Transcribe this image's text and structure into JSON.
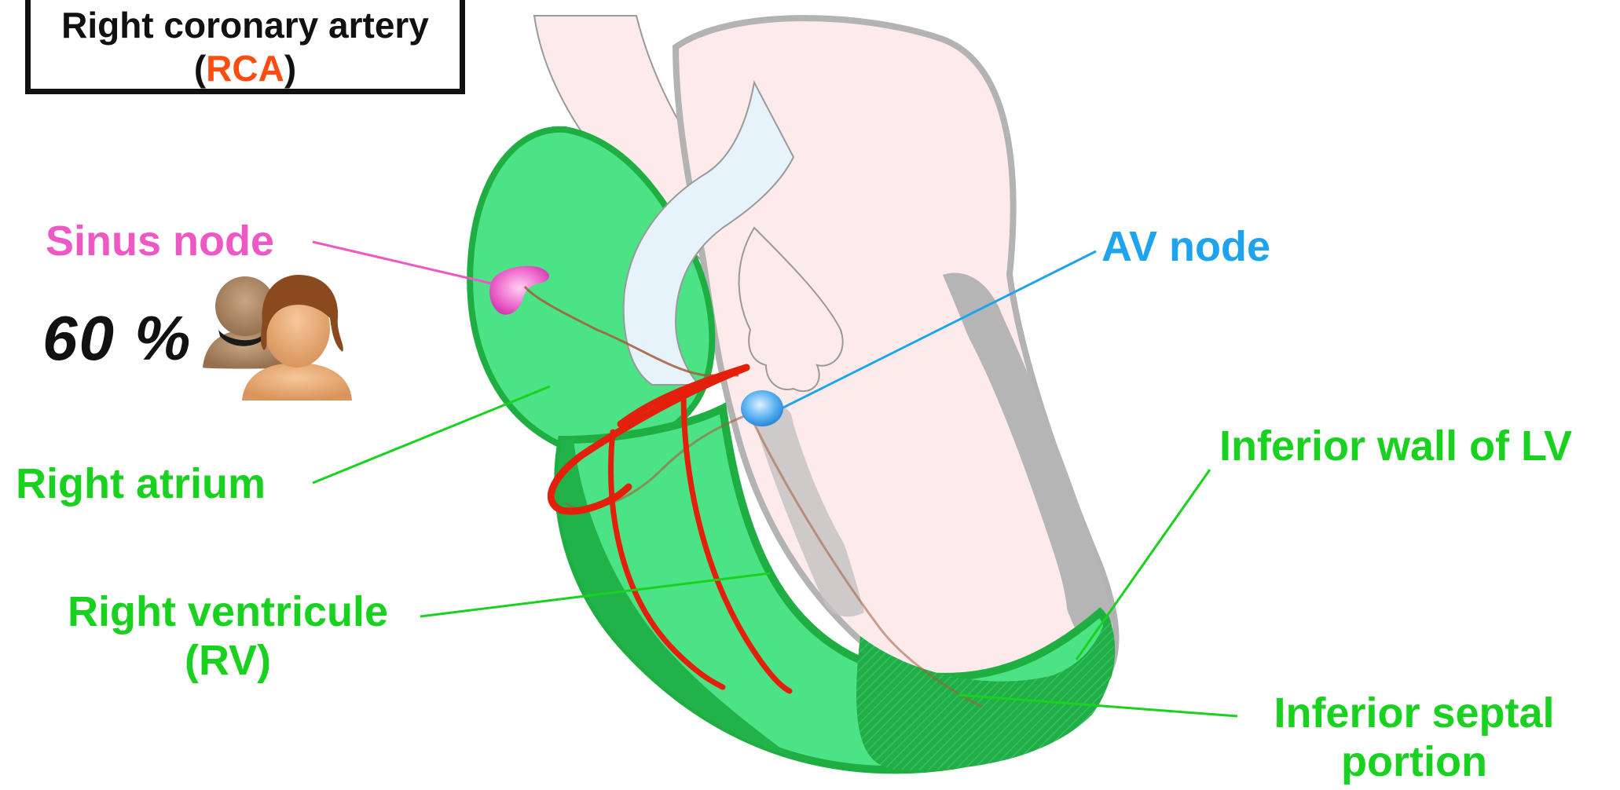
{
  "title": {
    "line1": "Right coronary artery",
    "paren_open": "(",
    "abbr": "RCA",
    "paren_close": ")"
  },
  "labels": {
    "sinus_node": "Sinus node",
    "av_node": "AV node",
    "percentage": "60 %",
    "right_atrium": "Right atrium",
    "right_ventricle_line1": "Right ventricule",
    "right_ventricle_line2": "(RV)",
    "inferior_wall": "Inferior wall of LV",
    "inferior_septal_line1": "Inferior septal",
    "inferior_septal_line2": "portion"
  },
  "colors": {
    "green_label": "#19d11f",
    "sinus_pink": "#ee58c4",
    "av_blue": "#1ea3ee",
    "rca_red": "#e41f0c",
    "rca_orange": "#ff4d12",
    "heart_green": "#4be385",
    "heart_dark_green": "#22b24a",
    "heart_pink": "#fdeaea",
    "septum_gray": "#b8b8b8",
    "vessel_blue": "#e6f3fb"
  },
  "icons": [
    "people-icon"
  ]
}
